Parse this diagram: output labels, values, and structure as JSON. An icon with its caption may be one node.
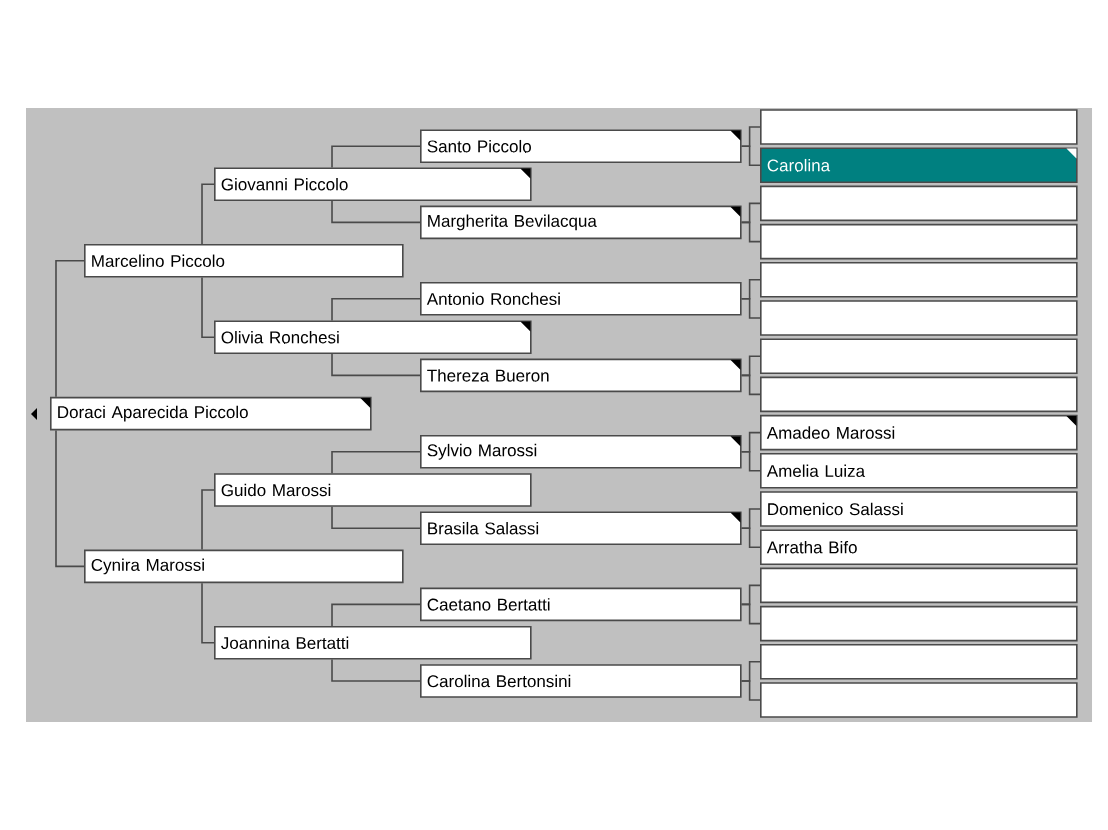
{
  "diagram": {
    "nodes": [
      {
        "text": [
          "Doraci Aparecida Piccolo"
        ]
      },
      {
        "text": [
          "Marcelino Piccolo"
        ]
      },
      {
        "text": [
          "Cynira Marossi"
        ]
      },
      {
        "text": [
          "Giovanni Piccolo"
        ]
      },
      {
        "text": [
          "Olivia Ronchesi"
        ]
      },
      {
        "text": [
          "Guido Marossi"
        ]
      },
      {
        "text": [
          "Joannina Bertatti"
        ]
      },
      {
        "text": [
          "Santo Piccolo"
        ]
      },
      {
        "text": [
          "Margherita Bevilacqua"
        ]
      },
      {
        "text": [
          "Antonio Ronchesi"
        ]
      },
      {
        "text": [
          "Thereza Bueron"
        ]
      },
      {
        "text": [
          "Sylvio Marossi"
        ]
      },
      {
        "text": [
          "Brasila Salassi"
        ]
      },
      {
        "text": [
          "Caetano Bertatti"
        ]
      },
      {
        "text": [
          "Carolina Bertonsini"
        ]
      },
      {
        "text": [],
        "shape": "box"
      },
      {
        "text": [
          "Carolina"
        ]
      },
      {
        "text": [],
        "shape": "box"
      },
      {
        "text": [],
        "shape": "box"
      },
      {
        "text": [],
        "shape": "box"
      },
      {
        "text": [],
        "shape": "box"
      },
      {
        "text": [],
        "shape": "box"
      },
      {
        "text": [],
        "shape": "box"
      },
      {
        "text": [
          "Amadeo Marossi"
        ]
      },
      {
        "text": [
          "Amelia Luiza"
        ]
      },
      {
        "text": [
          "Domenico Salassi"
        ]
      },
      {
        "text": [
          "Arratha Bifo"
        ]
      },
      {
        "text": [],
        "shape": "box"
      },
      {
        "text": [],
        "shape": "box"
      },
      {
        "text": [],
        "shape": "box"
      },
      {
        "text": [],
        "shape": "box"
      }
    ],
    "edges": [
      {
        "from": 0,
        "to": 1,
        "arrow": "none"
      },
      {
        "from": 0,
        "to": 2,
        "arrow": "none"
      },
      {
        "from": 1,
        "to": 3,
        "arrow": "none"
      },
      {
        "from": 1,
        "to": 4,
        "arrow": "none"
      },
      {
        "from": 2,
        "to": 5,
        "arrow": "none"
      },
      {
        "from": 2,
        "to": 6,
        "arrow": "none"
      },
      {
        "from": 3,
        "to": 7,
        "arrow": "none"
      },
      {
        "from": 3,
        "to": 8,
        "arrow": "none"
      },
      {
        "from": 4,
        "to": 9,
        "arrow": "none"
      },
      {
        "from": 4,
        "to": 10,
        "arrow": "none"
      },
      {
        "from": 5,
        "to": 11,
        "arrow": "none"
      },
      {
        "from": 5,
        "to": 12,
        "arrow": "none"
      },
      {
        "from": 6,
        "to": 13,
        "arrow": "none"
      },
      {
        "from": 6,
        "to": 14,
        "arrow": "none"
      },
      {
        "from": 7,
        "to": 15,
        "arrow": "none"
      },
      {
        "from": 7,
        "to": 16,
        "arrow": "none"
      },
      {
        "from": 8,
        "to": 17,
        "arrow": "none"
      },
      {
        "from": 8,
        "to": 18,
        "arrow": "none"
      },
      {
        "from": 9,
        "to": 19,
        "arrow": "none"
      },
      {
        "from": 9,
        "to": 20,
        "arrow": "none"
      },
      {
        "from": 10,
        "to": 21,
        "arrow": "none"
      },
      {
        "from": 10,
        "to": 22,
        "arrow": "none"
      },
      {
        "from": 11,
        "to": 23,
        "arrow": "none"
      },
      {
        "from": 11,
        "to": 24,
        "arrow": "none"
      },
      {
        "from": 12,
        "to": 25,
        "arrow": "none"
      },
      {
        "from": 12,
        "to": 26,
        "arrow": "none"
      },
      {
        "from": 13,
        "to": 27,
        "arrow": "none"
      },
      {
        "from": 13,
        "to": 28,
        "arrow": "none"
      },
      {
        "from": 14,
        "to": 29,
        "arrow": "none"
      },
      {
        "from": 14,
        "to": 30,
        "arrow": "none"
      }
    ]
  }
}
